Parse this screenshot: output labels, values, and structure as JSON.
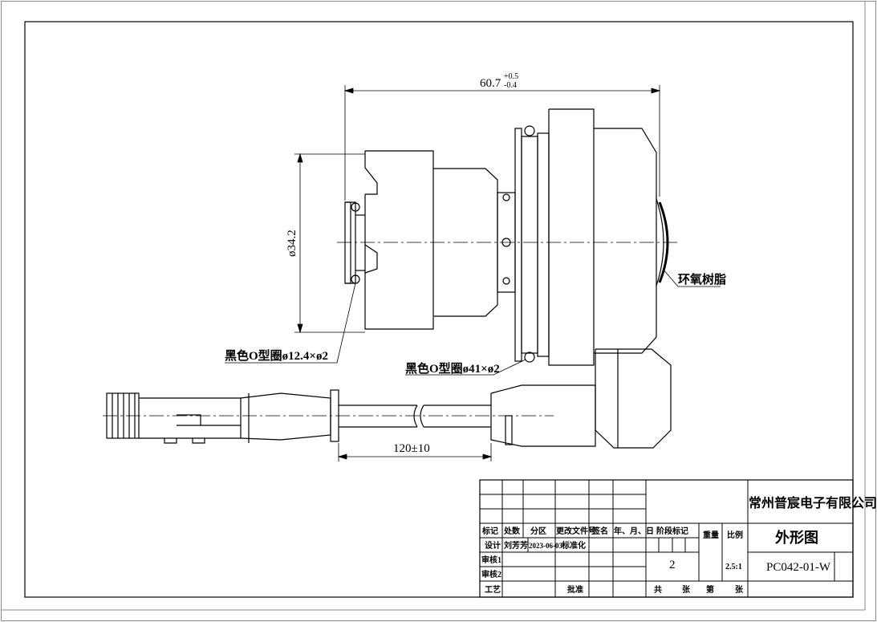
{
  "dimensions": {
    "overall_length": "60.7",
    "overall_tol_upper": "+0.5",
    "overall_tol_lower": "-0.4",
    "diameter": "ø34.2",
    "cable_length": "120±10"
  },
  "annotations": {
    "epoxy": "环氧树脂",
    "oring_small": "黑色O型圈ø12.4×ø2",
    "oring_large": "黑色O型圈ø41×ø2"
  },
  "title_block": {
    "company": "常州普宸电子有限公司",
    "drawing_name": "外形图",
    "drawing_number": "PC042-01-W",
    "headers": {
      "mark": "标记",
      "count": "处数",
      "zone": "分区",
      "change_doc": "更改文件号",
      "signature": "签名",
      "date": "年、月、日",
      "stage_mark": "阶段标记",
      "weight": "重量",
      "scale": "比例"
    },
    "rows": {
      "design": "设计",
      "designer": "刘芳芳",
      "design_date": "2023-06-03",
      "standardization": "标准化",
      "review1": "审核1",
      "review2": "审核2",
      "process": "工艺",
      "approve": "批准"
    },
    "stage_value": "2",
    "scale_value": "2.5:1",
    "footer": {
      "total": "共",
      "sheets1": "张",
      "page": "第",
      "sheets2": "张"
    }
  }
}
